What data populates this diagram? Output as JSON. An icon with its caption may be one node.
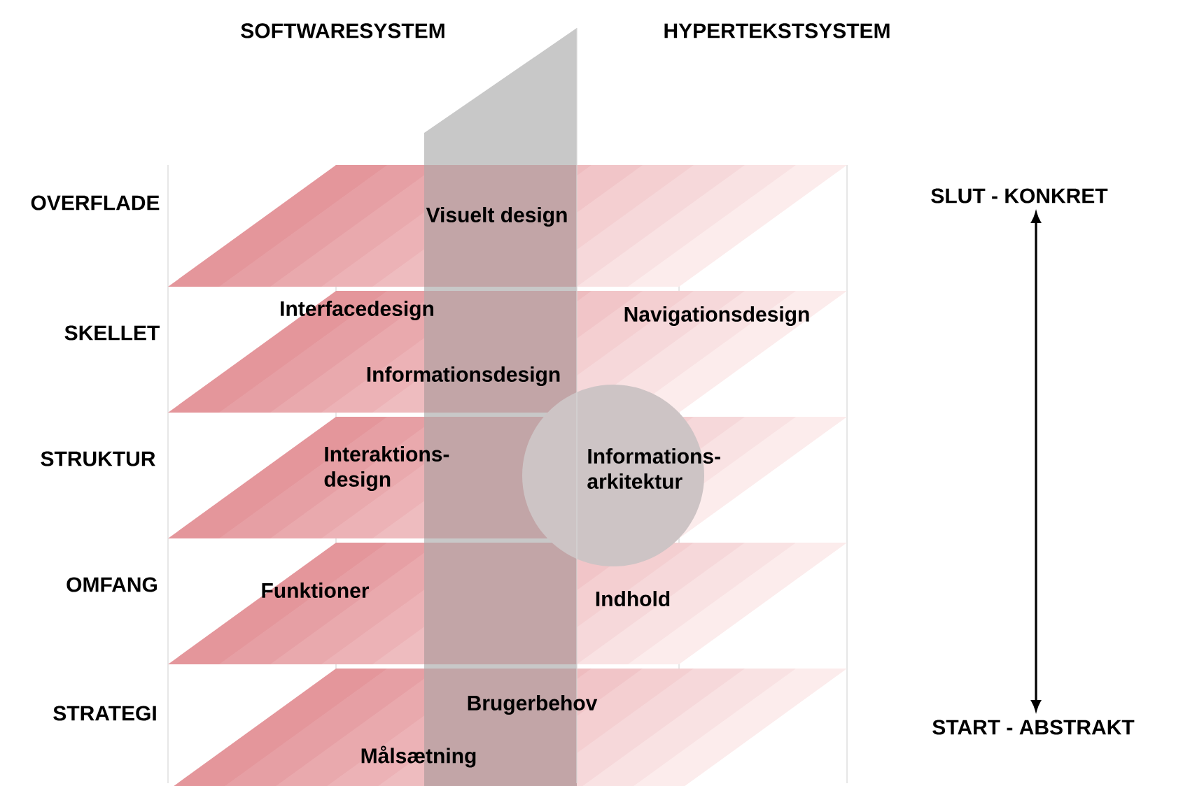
{
  "diagram": {
    "nodes": [
      {
        "text": [
          "Visuelt design"
        ]
      },
      {
        "text": [
          "Interfacedesign",
          "Navigationsdesign",
          "Informationsdesign"
        ]
      },
      {
        "text": [
          "Interaktions- design",
          "Informations- arkitektur"
        ]
      },
      {
        "text": [
          "Funktioner",
          "Indhold"
        ]
      },
      {
        "text": [
          "Brugerbehov",
          "Målsætning"
        ]
      },
      {
        "text": [
          "SLUT - KONKRET"
        ]
      },
      {
        "text": [
          "START - ABSTRAKT"
        ]
      }
    ],
    "edges": [
      {
        "from": 5,
        "to": 6,
        "arrow": "both"
      }
    ],
    "labels": [
      "SOFTWARESYSTEM",
      "HYPERTEKSTSYSTEM",
      "OVERFLADE",
      "SKELLET",
      "STRUKTUR",
      "OMFANG",
      "STRATEGI"
    ]
  }
}
